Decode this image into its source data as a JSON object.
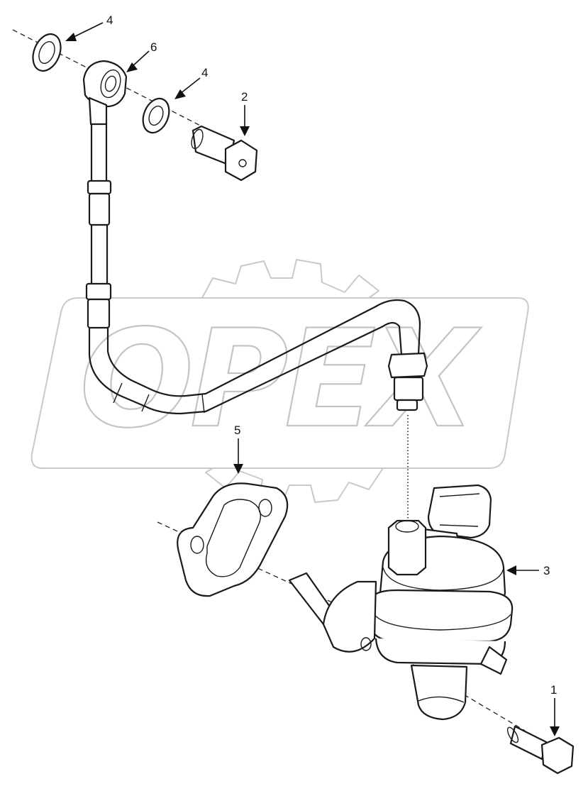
{
  "watermark": {
    "brand_text": "OPEX"
  },
  "callouts": [
    {
      "id": "1",
      "label": "1"
    },
    {
      "id": "2",
      "label": "2"
    },
    {
      "id": "3",
      "label": "3"
    },
    {
      "id": "4a",
      "label": "4"
    },
    {
      "id": "4b",
      "label": "4"
    },
    {
      "id": "5",
      "label": "5"
    },
    {
      "id": "6",
      "label": "6"
    }
  ]
}
